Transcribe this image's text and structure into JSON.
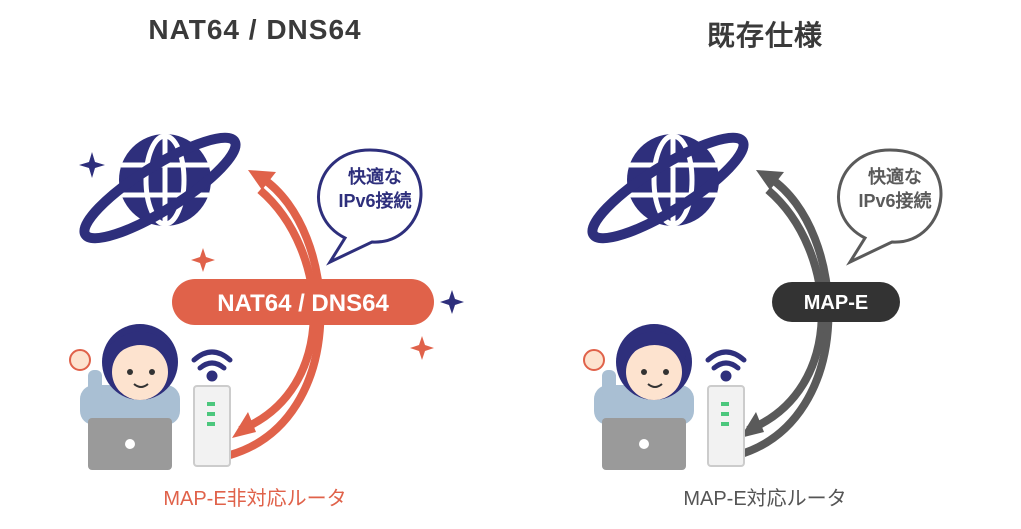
{
  "left": {
    "title": "NAT64 / DNS64",
    "bubble_line1": "快適な",
    "bubble_line2": "IPv6接続",
    "pill_label": "NAT64 / DNS64",
    "caption": "MAP-E非対応ルータ",
    "accent_color": "#e0624a"
  },
  "right": {
    "title": "既存仕様",
    "bubble_line1": "快適な",
    "bubble_line2": "IPv6接続",
    "pill_label": "MAP-E",
    "caption": "MAP-E対応ルータ",
    "accent_color": "#5a5a5a"
  },
  "icons": [
    "globe-icon",
    "speech-bubble-icon",
    "sparkle-icon",
    "person-icon",
    "laptop-icon",
    "router-icon",
    "wifi-icon",
    "arrow-icon"
  ]
}
